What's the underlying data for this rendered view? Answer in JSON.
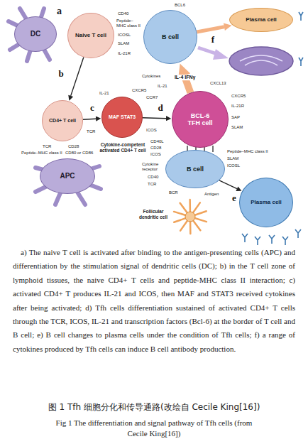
{
  "diagram": {
    "caption": "图 1  Tfh 细胞分化和传导通路(改绘自 Cecile King[16])",
    "nodes": [
      {
        "text": [
          "DC"
        ]
      },
      {
        "text": [
          "Naive T cell"
        ]
      },
      {
        "text": [
          "B cell"
        ]
      },
      {
        "text": [
          "Plasma cell"
        ]
      },
      {
        "text": [
          "CD4+ T cell"
        ]
      },
      {
        "text": [
          "APC"
        ]
      },
      {
        "text": [
          "MAF STAT3",
          "Cytokine-competent activated CD4+ T cell"
        ]
      },
      {
        "text": [
          "BCL-6",
          "TFH cell"
        ]
      },
      {
        "text": [
          "B cell"
        ]
      },
      {
        "text": [
          "Plasma cell"
        ]
      },
      {
        "text": [
          "Follicular dendritic cell"
        ]
      }
    ],
    "edges": [
      {
        "from": 1,
        "to": 4,
        "arrow": "to",
        "label": "b"
      },
      {
        "from": 4,
        "to": 6,
        "arrow": "to",
        "label": "c"
      },
      {
        "from": 6,
        "to": 7,
        "arrow": "to",
        "label": "d"
      },
      {
        "from": 8,
        "to": 9,
        "arrow": "to",
        "label": "e"
      },
      {
        "from": 7,
        "to": 2,
        "arrow": "to",
        "label": "IL-4 IFNγ"
      },
      {
        "from": 2,
        "to": 3,
        "arrow": "to",
        "label": "f"
      }
    ],
    "labels": [
      "a",
      "TCR",
      "CD28",
      "Peptide–MHC class II",
      "CD80 or CD86",
      "IL-21",
      "CXCR5",
      "CCR7",
      "ICOS",
      "TCR",
      "Cytokines",
      "IL-21",
      "CXCL13",
      "CXCR5",
      "IL-21R",
      "SAP",
      "SLAM",
      "CD40L",
      "CD28",
      "ICOS",
      "Cytokine receptor",
      "CD40",
      "TCR",
      "Peptide–MHC class II",
      "SLAM",
      "ICOSL",
      "BCR",
      "Antigen",
      "BCL6",
      "CD40",
      "Peptide–MHC class II",
      "ICOSL",
      "SLAM",
      "IL-21R",
      "a) The naive T cell is activated after binding to the antigen-presenting cells (APC) and differentiation by the stimulation signal of dendritic cells (DC); b) in the T cell zone of lymphoid tissues, the naive CD4+ T cells and peptide-MHC class II interaction; c) activated CD4+ T produces IL-21 and ICOS, then MAF and STAT3 received cytokines after being activated; d) Tfh cells differentiation sustained of activated CD4+ T cells through the TCR, ICOS, IL-21 and transcription factors (Bcl-6) at the border of T cell and B cell; e) B cell changes to plasma cells under the condition of Tfh cells; f) a range of cytokines produced by Tfh cells can induce B cell antibody production.",
      "Fig 1  The differentiation and signal pathway of Tfh cells (from Cecile King[16])"
    ]
  }
}
